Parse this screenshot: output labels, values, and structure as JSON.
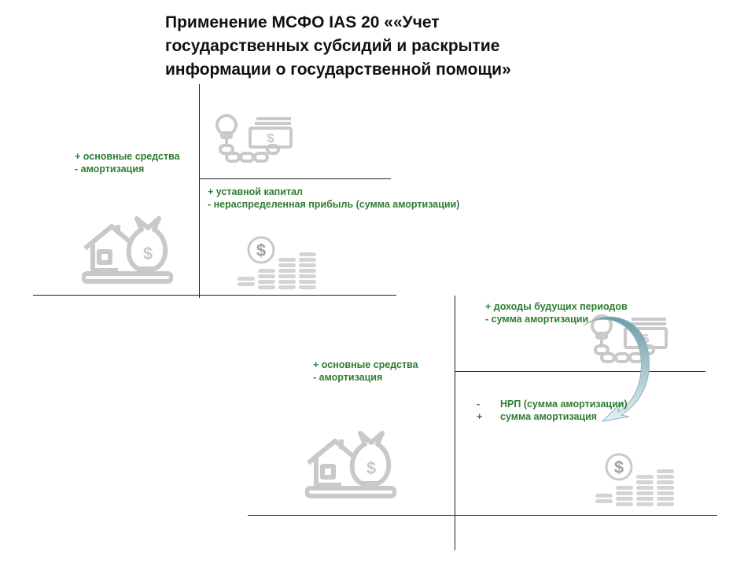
{
  "slide": {
    "title_lines": [
      "Применение МСФО IAS 20 ««Учет",
      "государственных субсидий и раскрытие",
      "информации о государственной помощи»"
    ]
  },
  "scheme_1": {
    "left_note": [
      "+ основные средства",
      "- амортизация"
    ],
    "right_note": [
      "+ уставной капитал",
      "- нераспределенная прибыль (сумма  амортизации)"
    ],
    "icons": [
      "grant-money-icon",
      "property-moneybag-icon",
      "coins-icon"
    ]
  },
  "scheme_2": {
    "left_note": [
      "+ основные средства",
      "- амортизация"
    ],
    "upper_note": [
      "+ доходы будущих периодов",
      "- сумма амортизации"
    ],
    "lower_note": [
      {
        "sign": "-",
        "text": "НРП (сумма  амортизации)"
      },
      {
        "sign": "+",
        "text": "сумма амортизация"
      }
    ],
    "icons": [
      "grant-money-icon",
      "property-moneybag-icon",
      "coins-icon",
      "transfer-arrow-icon"
    ]
  }
}
